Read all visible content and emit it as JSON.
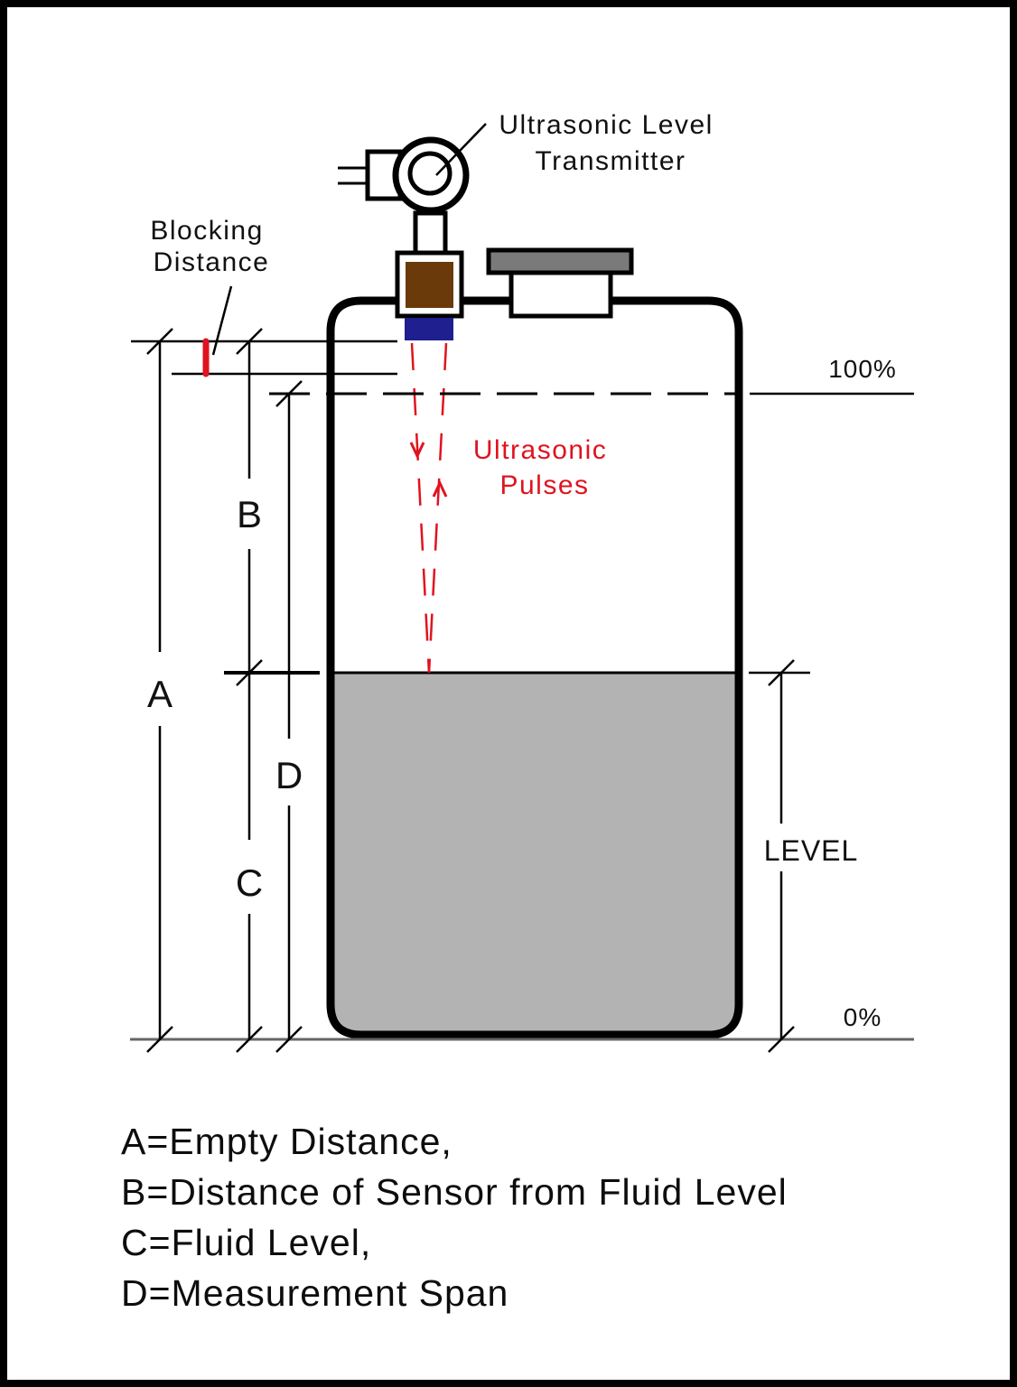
{
  "diagram": {
    "title": "Ultrasonic Level Transmitter Tank Diagram",
    "labels": {
      "transmitter_line1": "Ultrasonic Level",
      "transmitter_line2": "Transmitter",
      "blocking_line1": "Blocking",
      "blocking_line2": "Distance",
      "pulses_line1": "Ultrasonic",
      "pulses_line2": "Pulses",
      "pct_100": "100%",
      "pct_0": "0%",
      "level": "LEVEL",
      "dim_a": "A",
      "dim_b": "B",
      "dim_c": "C",
      "dim_d": "D"
    },
    "fluid_fill_fraction": 0.5,
    "colors": {
      "outline": "#000000",
      "fluid": "#b3b3b3",
      "sensor_body": "#6b3a0a",
      "sensor_face": "#1f1f8f",
      "hatch_lid": "#7a7a7a",
      "pulse": "#e0131f",
      "blocking_mark": "#e0131f",
      "ground": "#666666"
    }
  },
  "legend": {
    "items": [
      "A=Empty Distance,",
      "B=Distance of Sensor from Fluid Level",
      "C=Fluid Level,",
      "D=Measurement Span"
    ]
  }
}
